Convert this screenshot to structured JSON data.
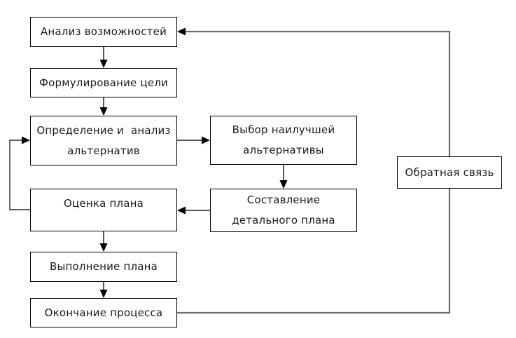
{
  "diagram": {
    "type": "flowchart",
    "language": "ru",
    "nodes": {
      "analysis": {
        "line1": "Анализ возможностей"
      },
      "goal": {
        "line1": "Формулирование цели"
      },
      "alternatives": {
        "line1": "Определение и  анализ",
        "line2": "альтернатив"
      },
      "best": {
        "line1": "Выбор наилучшей",
        "line2": "альтернативы"
      },
      "evaluation": {
        "line1": "Оценка плана"
      },
      "detail": {
        "line1": "Составление",
        "line2": "детального плана"
      },
      "execution": {
        "line1": "Выполнение плана"
      },
      "end": {
        "line1": "Окончание процесса"
      },
      "feedback": {
        "line1": "Обратная связь"
      }
    },
    "edges": [
      {
        "from": "analysis",
        "to": "goal"
      },
      {
        "from": "goal",
        "to": "alternatives"
      },
      {
        "from": "alternatives",
        "to": "best"
      },
      {
        "from": "best",
        "to": "detail"
      },
      {
        "from": "detail",
        "to": "evaluation"
      },
      {
        "from": "evaluation",
        "to": "alternatives",
        "kind": "feedback-loop-left"
      },
      {
        "from": "evaluation",
        "to": "execution"
      },
      {
        "from": "execution",
        "to": "end"
      },
      {
        "from": "end",
        "to": "analysis",
        "kind": "feedback-loop-right",
        "via": "feedback"
      }
    ],
    "colors": {
      "background": "#ffffff",
      "node_fill": "#ffffff",
      "node_border": "#000000",
      "text": "#1a1a1a",
      "connector": "#595959",
      "arrowhead": "#000000"
    }
  }
}
